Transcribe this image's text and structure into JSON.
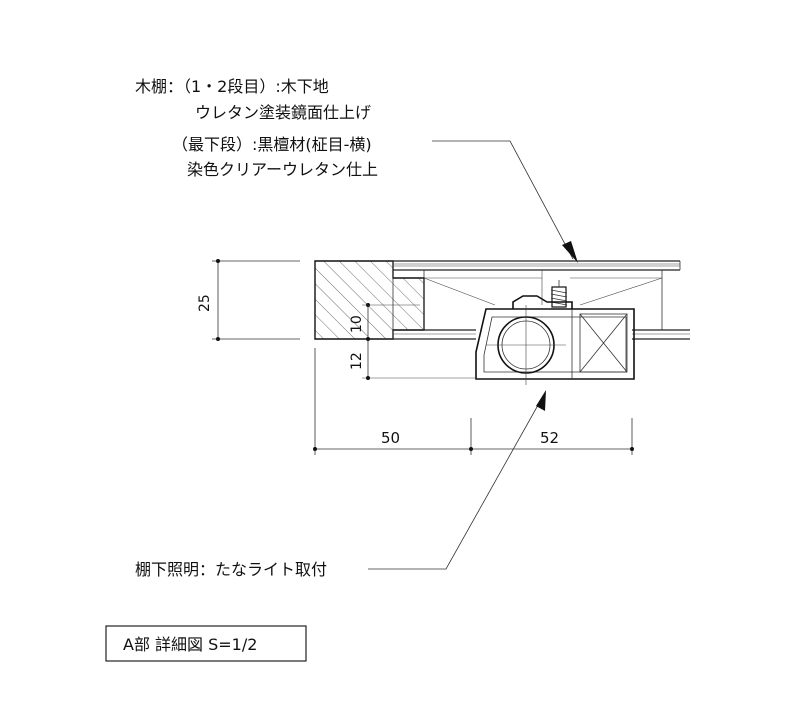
{
  "notes": {
    "shelf_line1": "木棚：（1・2段目）:木下地",
    "shelf_line2": "ウレタン塗装鏡面仕上げ",
    "bottom_line1": "（最下段）:黒檀材(柾目-横)",
    "bottom_line2": "染色クリアーウレタン仕上",
    "lighting": "棚下照明：たなライト取付"
  },
  "dimensions": {
    "height_total": "25",
    "height_upper": "10",
    "height_lower": "12",
    "width_left": "50",
    "width_right": "52"
  },
  "title_box": {
    "label": "A部 詳細図 S=1/2"
  }
}
